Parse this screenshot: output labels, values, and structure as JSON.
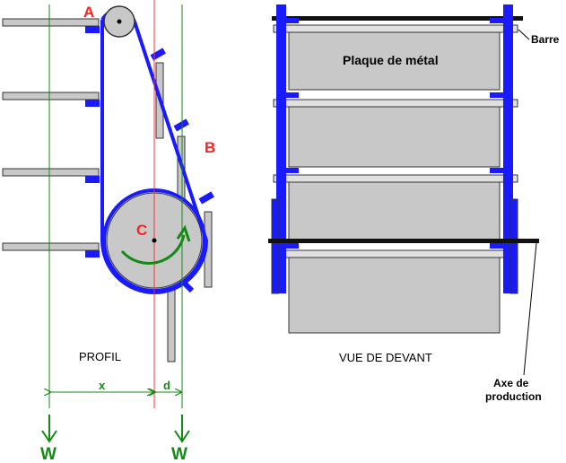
{
  "labels": {
    "point_a": "A",
    "point_b": "B",
    "point_c": "C",
    "profile_title": "PROFIL",
    "front_title": "VUE DE DEVANT",
    "plate_label": "Plaque de métal",
    "bar_label": "Barre",
    "axis_label_line1": "Axe de",
    "axis_label_line2": "production",
    "dim_x": "x",
    "dim_d": "d",
    "weight_left": "W",
    "weight_right": "W"
  },
  "colors": {
    "belt": "#1a1aff",
    "plate": "#c8c8c8",
    "guide": "#138a13",
    "center_line": "#ff3333",
    "label_red": "#ff2020",
    "outline": "#333333"
  }
}
